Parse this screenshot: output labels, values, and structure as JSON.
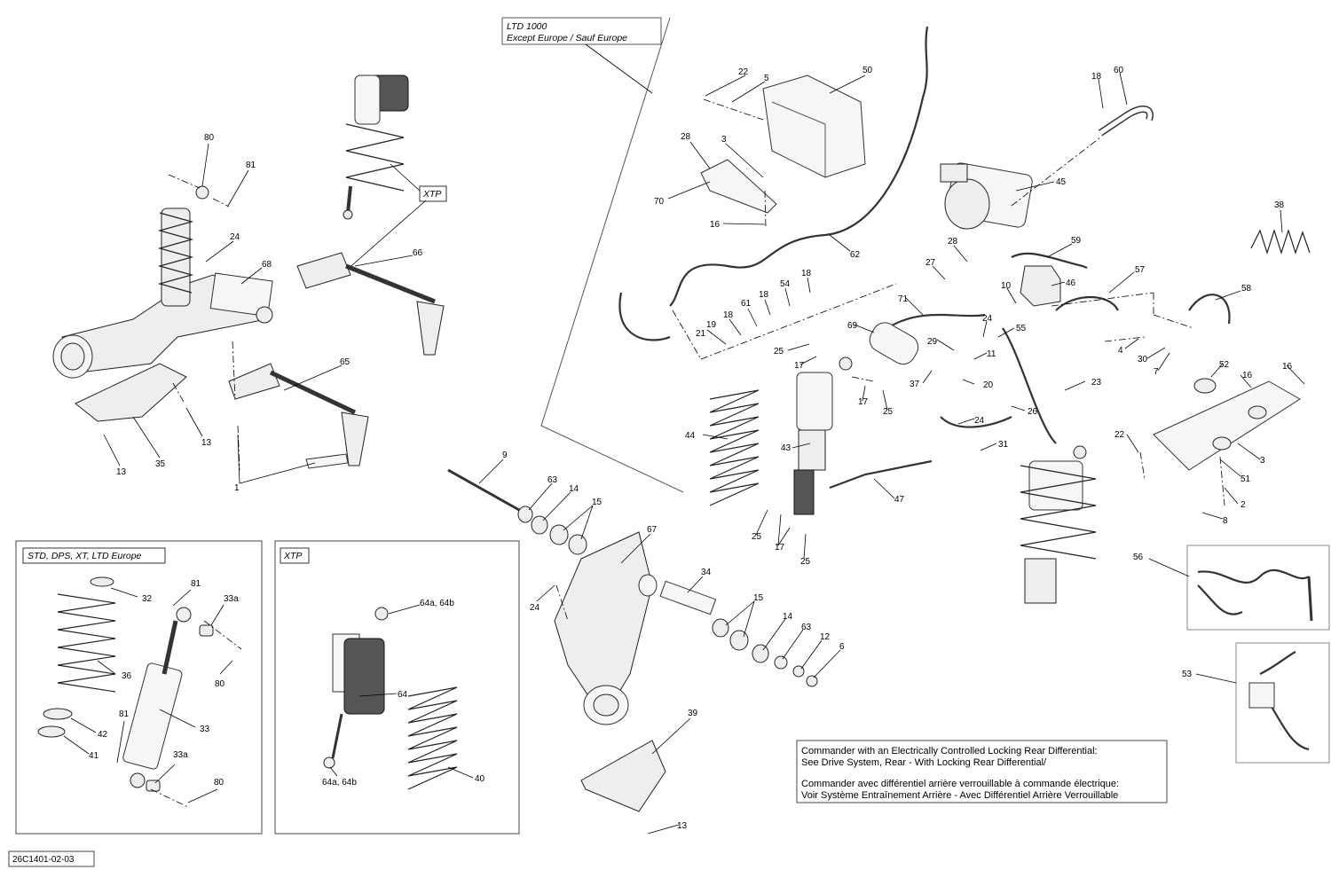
{
  "diagram_id": "26C1401-02-03",
  "boxes": {
    "ltd": {
      "line1": "LTD 1000",
      "line2": "Except Europe / Sauf Europe"
    },
    "xtp_top": "XTP",
    "std": "STD, DPS, XT, LTD Europe",
    "xtp_box": "XTP"
  },
  "note": {
    "line1": "Commander with an Electrically Controlled Locking Rear Differential:",
    "line2": "See Drive System, Rear - With Locking Rear Differential/",
    "line3": "Commander avec différentiel arrière verrouillable à commande électrique:",
    "line4": "Voir Système Entraînement Arrière - Avec Différentiel Arrière Verrouillable"
  },
  "callouts": [
    {
      "label": "80"
    },
    {
      "label": "81"
    },
    {
      "label": "24"
    },
    {
      "label": "68"
    },
    {
      "label": "13"
    },
    {
      "label": "35"
    },
    {
      "label": "13"
    },
    {
      "label": "66"
    },
    {
      "label": "65"
    },
    {
      "label": "1"
    },
    {
      "label": "9"
    },
    {
      "label": "63"
    },
    {
      "label": "14"
    },
    {
      "label": "15"
    },
    {
      "label": "67"
    },
    {
      "label": "24"
    },
    {
      "label": "34"
    },
    {
      "label": "15"
    },
    {
      "label": "14"
    },
    {
      "label": "63"
    },
    {
      "label": "12"
    },
    {
      "label": "6"
    },
    {
      "label": "39"
    },
    {
      "label": "13"
    },
    {
      "label": "22"
    },
    {
      "label": "5"
    },
    {
      "label": "50"
    },
    {
      "label": "28"
    },
    {
      "label": "3"
    },
    {
      "label": "70"
    },
    {
      "label": "16"
    },
    {
      "label": "62"
    },
    {
      "label": "18"
    },
    {
      "label": "60"
    },
    {
      "label": "45"
    },
    {
      "label": "38"
    },
    {
      "label": "28"
    },
    {
      "label": "27"
    },
    {
      "label": "59"
    },
    {
      "label": "57"
    },
    {
      "label": "58"
    },
    {
      "label": "10"
    },
    {
      "label": "46"
    },
    {
      "label": "18"
    },
    {
      "label": "54"
    },
    {
      "label": "18"
    },
    {
      "label": "61"
    },
    {
      "label": "18"
    },
    {
      "label": "19"
    },
    {
      "label": "21"
    },
    {
      "label": "71"
    },
    {
      "label": "69"
    },
    {
      "label": "24"
    },
    {
      "label": "55"
    },
    {
      "label": "29"
    },
    {
      "label": "11"
    },
    {
      "label": "25"
    },
    {
      "label": "17"
    },
    {
      "label": "37"
    },
    {
      "label": "20"
    },
    {
      "label": "17"
    },
    {
      "label": "25"
    },
    {
      "label": "24"
    },
    {
      "label": "26"
    },
    {
      "label": "23"
    },
    {
      "label": "4"
    },
    {
      "label": "30"
    },
    {
      "label": "7"
    },
    {
      "label": "52"
    },
    {
      "label": "16"
    },
    {
      "label": "16"
    },
    {
      "label": "44"
    },
    {
      "label": "43"
    },
    {
      "label": "31"
    },
    {
      "label": "47"
    },
    {
      "label": "22"
    },
    {
      "label": "3"
    },
    {
      "label": "51"
    },
    {
      "label": "2"
    },
    {
      "label": "8"
    },
    {
      "label": "25"
    },
    {
      "label": "17"
    },
    {
      "label": "25"
    },
    {
      "label": "56"
    },
    {
      "label": "53"
    },
    {
      "label": "32"
    },
    {
      "label": "81"
    },
    {
      "label": "33a"
    },
    {
      "label": "36"
    },
    {
      "label": "80"
    },
    {
      "label": "33"
    },
    {
      "label": "42"
    },
    {
      "label": "81"
    },
    {
      "label": "41"
    },
    {
      "label": "33a"
    },
    {
      "label": "80"
    },
    {
      "label": "64a, 64b"
    },
    {
      "label": "64"
    },
    {
      "label": "40"
    },
    {
      "label": "64a, 64b"
    },
    {
      "label": "XTP"
    }
  ]
}
